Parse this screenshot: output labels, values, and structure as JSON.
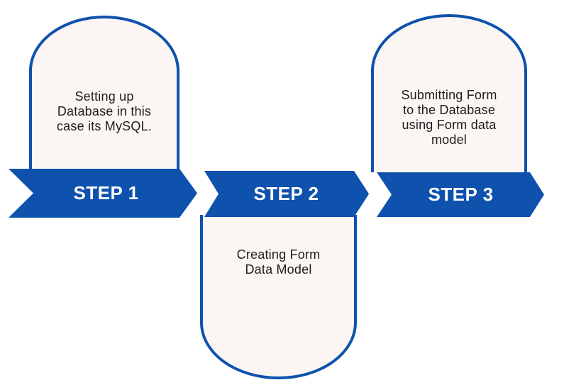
{
  "theme": {
    "accent_blue": "#0e52ae",
    "card_fill": "#fbf6f3",
    "text_color": "#1c1c1c",
    "label_text_color": "#ffffff",
    "background": "#ffffff"
  },
  "diagram": {
    "type": "process-steps",
    "step_count": 3,
    "steps": [
      {
        "label": "STEP 1",
        "description": "Setting up\nDatabase in this\ncase its MySQL.",
        "card_position": "above"
      },
      {
        "label": "STEP 2",
        "description": "Creating Form\nData Model",
        "card_position": "below"
      },
      {
        "label": "STEP 3",
        "description": "Submitting Form\nto the Database\nusing Form data\nmodel",
        "card_position": "above"
      }
    ]
  }
}
